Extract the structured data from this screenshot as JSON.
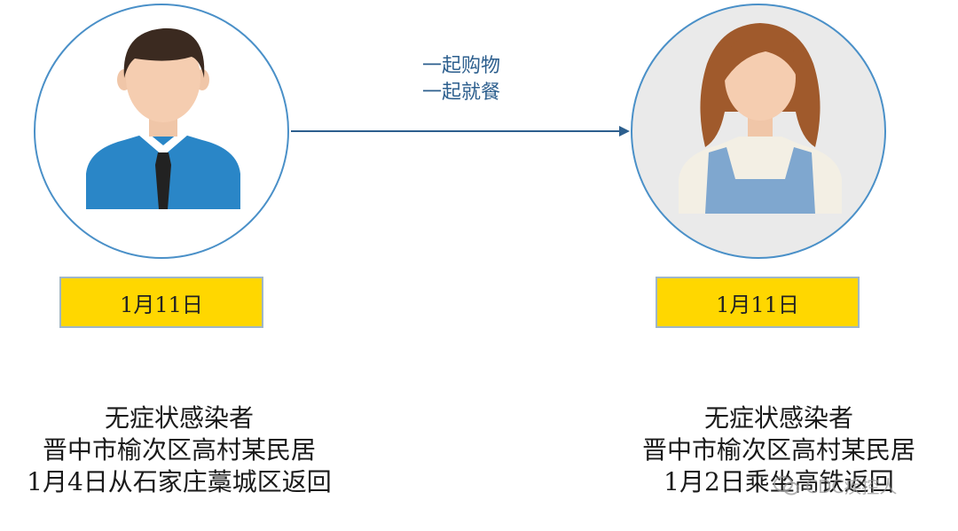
{
  "relationship": {
    "line1": "一起购物",
    "line2": "一起就餐"
  },
  "left_person": {
    "icon": "man-avatar-icon",
    "date": "1月11日",
    "desc_line1": "无症状感染者",
    "desc_line2": "晋中市榆次区高村某民居",
    "desc_line3": "1月4日从石家庄藁城区返回"
  },
  "right_person": {
    "icon": "woman-avatar-icon",
    "date": "1月11日",
    "desc_line1": "无症状感染者",
    "desc_line2": "晋中市榆次区高村某民居",
    "desc_line3": "1月2日乘坐高铁返回"
  },
  "watermark": {
    "icon": "wechat-icon",
    "text": "CDC疾控人"
  },
  "colors": {
    "circle_border": "#4a90c8",
    "arrow": "#2d5f8e",
    "date_box_fill": "#ffd700",
    "date_box_border": "#9fb6c8",
    "label_text": "#2d5f8e"
  }
}
